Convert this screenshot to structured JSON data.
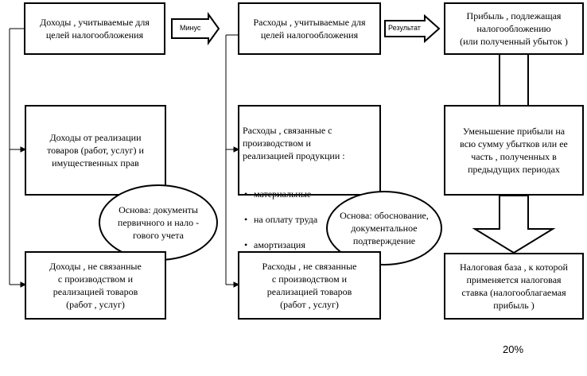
{
  "top": {
    "income_taxed": "Доходы , учитываемые для\nцелей налогообложения",
    "minus_label": "Минус",
    "expenses_taxed": "Расходы , учитываемые для\nцелей налогообложения",
    "result_label": "Результат",
    "profit": "Прибыль , подлежащая\nналогообложению\n(или полученный убыток )"
  },
  "middle": {
    "income_sales": "Доходы от реализации\nтоваров (работ, услуг) и\nимущественных прав",
    "expenses_production_heading": "Расходы , связанные с\nпроизводством и\nреализацией продукции :",
    "expenses_items": [
      "материальные",
      "на оплату труда",
      "амортизация"
    ],
    "profit_reduction": "Уменьшение прибыли на\nвсю сумму убытков или ее\nчасть , полученных в\nпредыдущих периодах"
  },
  "ovals": {
    "basis_docs": "Основа: документы\nпервичного и нало -\nгового учета",
    "basis_justification": "Основа: обоснование,\nдокументальное\nподтверждение"
  },
  "bottom": {
    "income_other": "Доходы , не связанные\nс производством и\nреализацией товаров\n(работ , услуг)",
    "expenses_other": "Расходы , не связанные\nс производством и\nреализацией товаров\n(работ , услуг)",
    "tax_base": "Налоговая база , к которой\nприменяется налоговая\nставка (налогооблагаемая\nприбыль )"
  },
  "rate": "20%"
}
